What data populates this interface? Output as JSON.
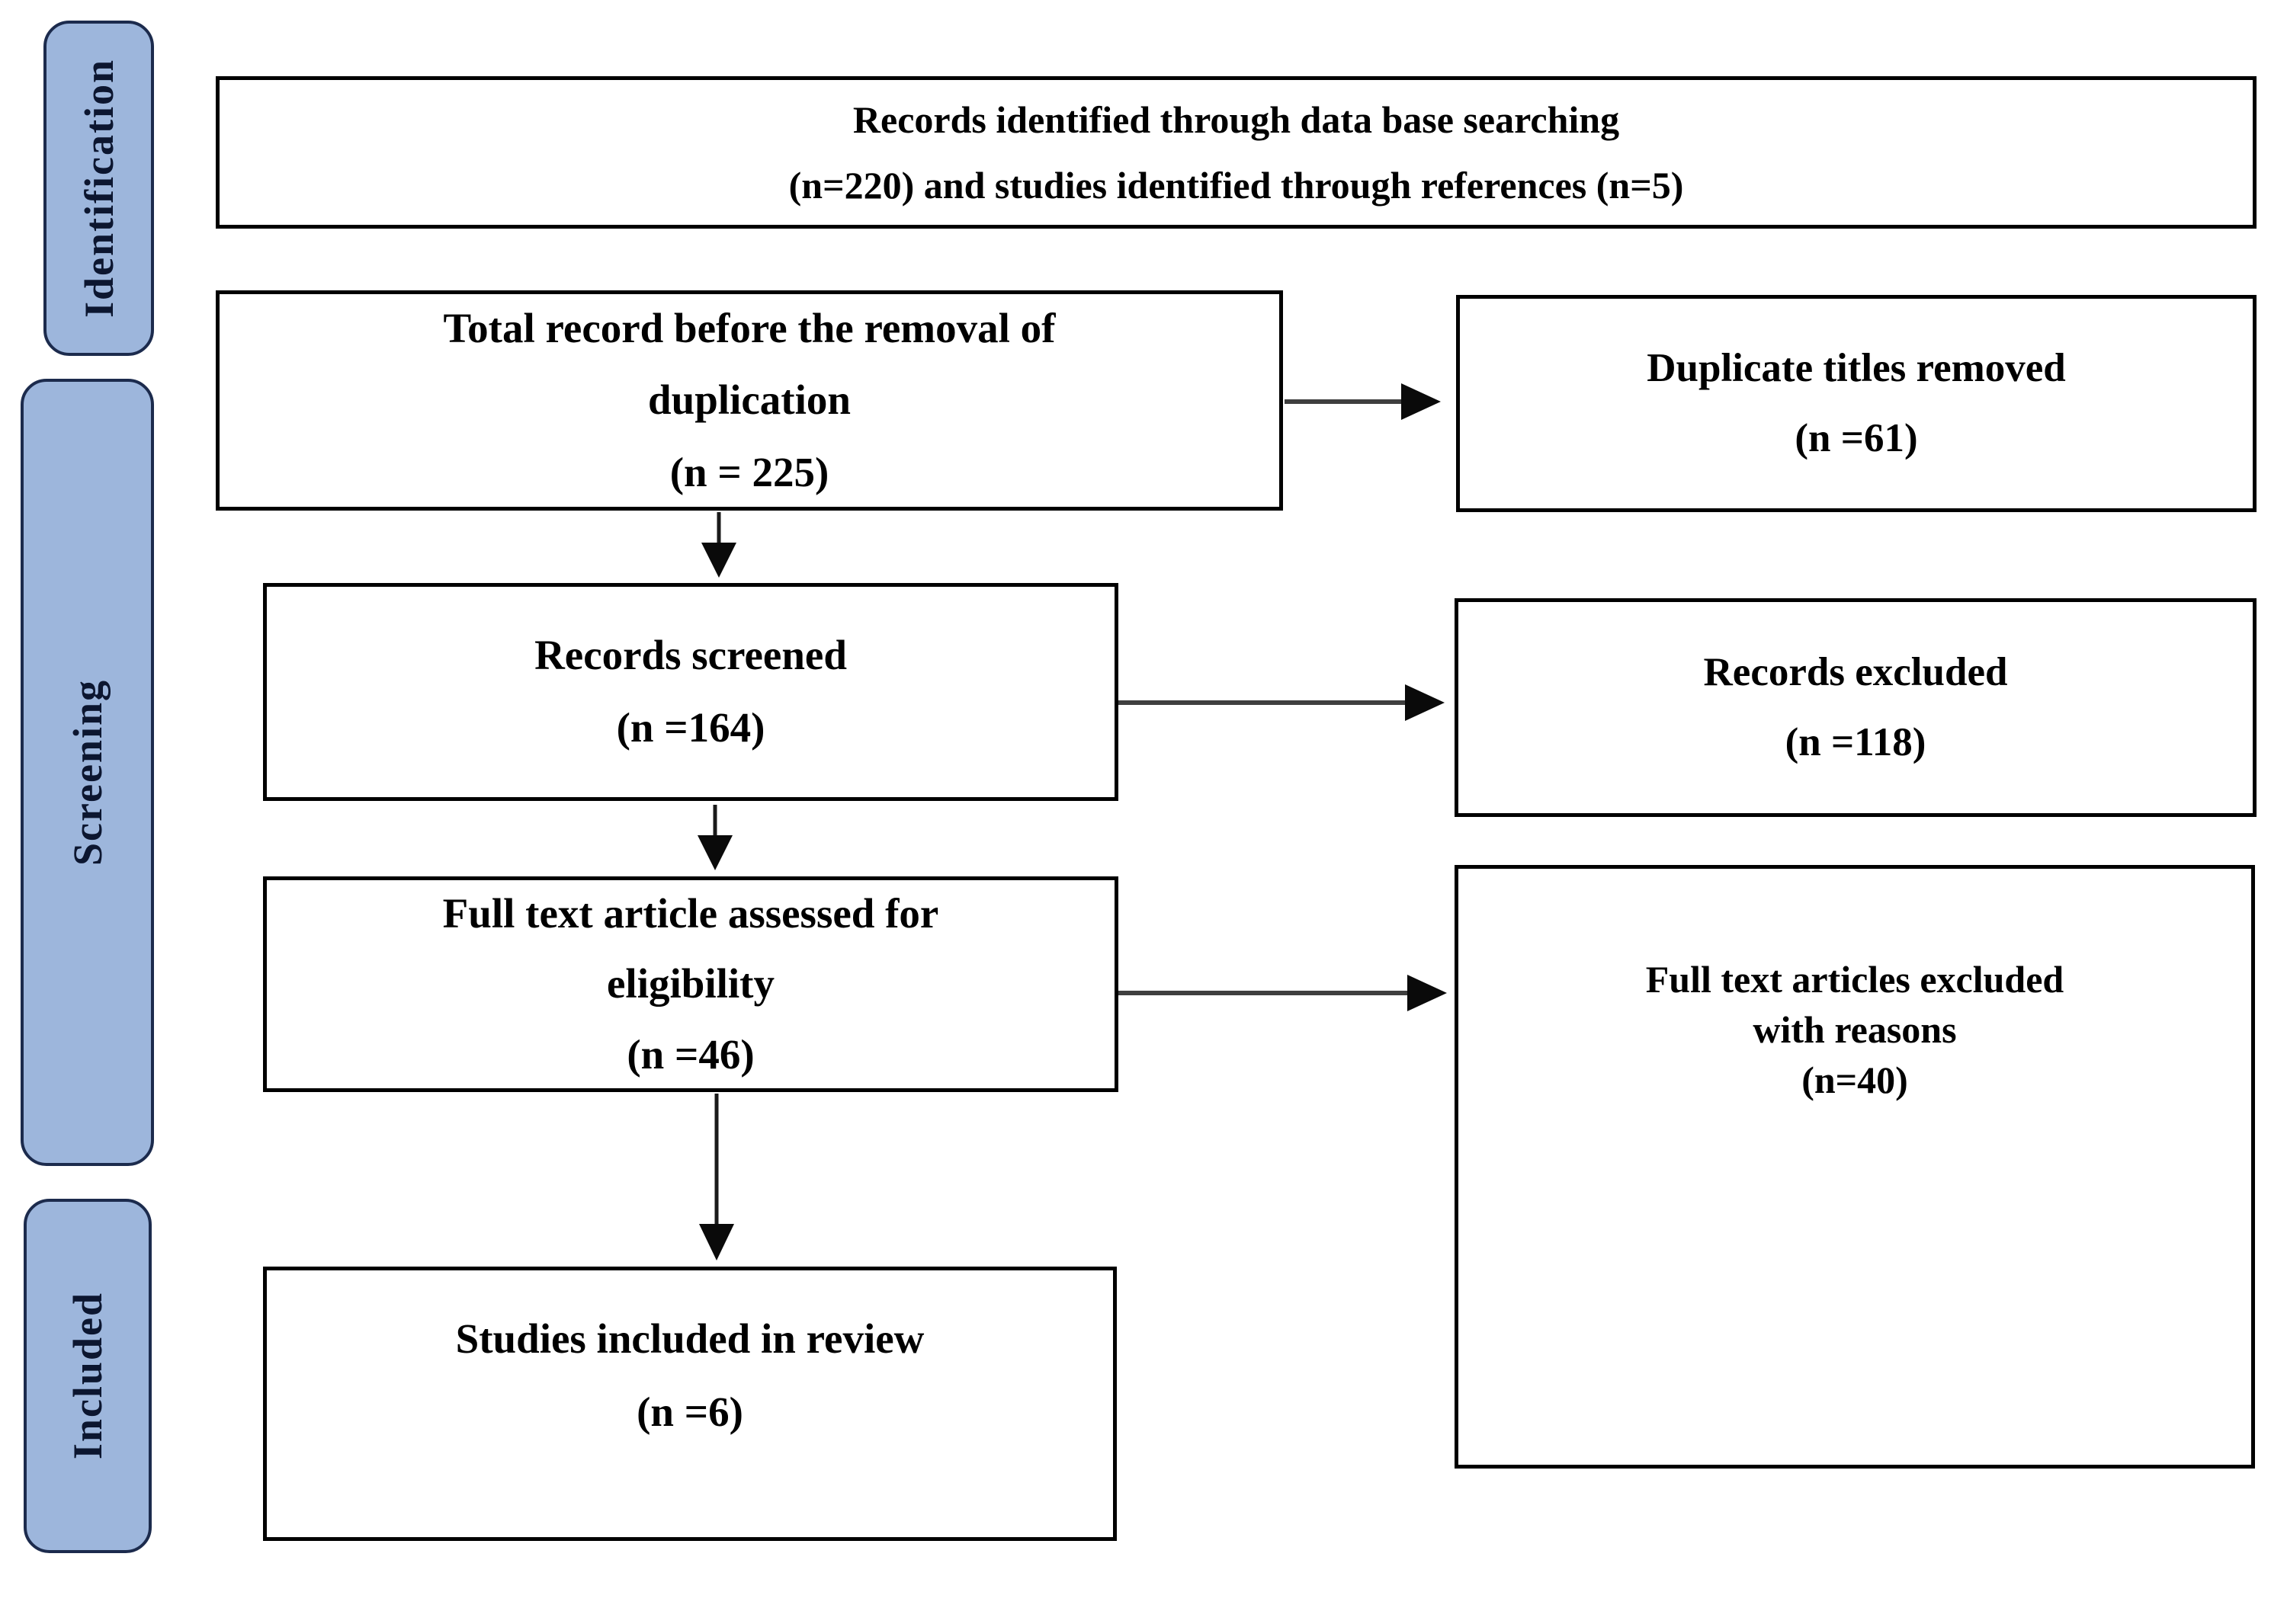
{
  "figure": {
    "type": "prisma-flow-diagram",
    "stages": [
      {
        "id": "identification",
        "label": "Identification"
      },
      {
        "id": "screening",
        "label": "Screening"
      },
      {
        "id": "included",
        "label": "Included"
      }
    ],
    "boxes": {
      "identified": {
        "lines": [
          "Records identified through data base searching",
          "(n=220) and studies identified through references (n=5)"
        ]
      },
      "before_dedup": {
        "lines": [
          "Total record before the removal of",
          "duplication",
          "(n = 225)"
        ]
      },
      "duplicates_removed": {
        "lines": [
          "Duplicate titles removed",
          "(n =61)"
        ]
      },
      "screened": {
        "lines": [
          "Records screened",
          "(n =164)"
        ]
      },
      "records_excluded": {
        "lines": [
          "Records excluded",
          "(n =118)"
        ]
      },
      "fulltext_assessed": {
        "lines": [
          "Full text article assessed for",
          "eligibility",
          "(n =46)"
        ]
      },
      "fulltext_excluded": {
        "lines": [
          "Full text articles excluded",
          "with reasons",
          "(n=40)"
        ]
      },
      "included_review": {
        "lines": [
          "Studies included in review",
          "(n =6)"
        ]
      }
    },
    "colors": {
      "stage_fill": "#9db6dc",
      "stage_border": "#1c2b4d",
      "stage_text": "#0c1630",
      "box_border": "#000000",
      "text": "#000000",
      "arrow_line": "#3f3f3f",
      "arrow_head": "#0a0a0a"
    }
  }
}
